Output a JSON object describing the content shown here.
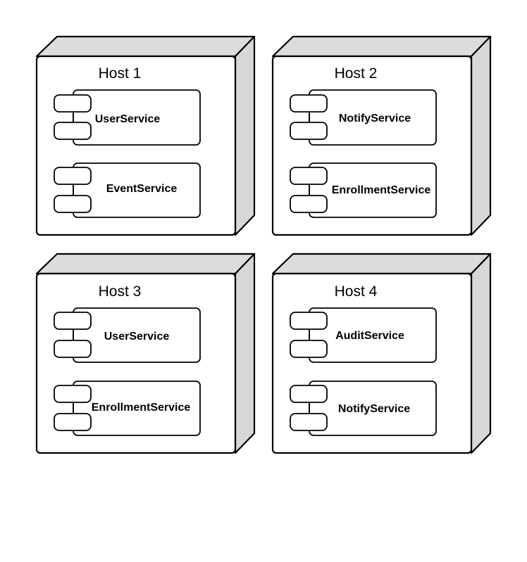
{
  "hosts": [
    {
      "label": "Host 1",
      "components": [
        "UserService",
        "EventService"
      ]
    },
    {
      "label": "Host 2",
      "components": [
        "NotifyService",
        "EnrollmentService"
      ]
    },
    {
      "label": "Host 3",
      "components": [
        "UserService",
        "EnrollmentService"
      ]
    },
    {
      "label": "Host 4",
      "components": [
        "AuditService",
        "NotifyService"
      ]
    }
  ]
}
